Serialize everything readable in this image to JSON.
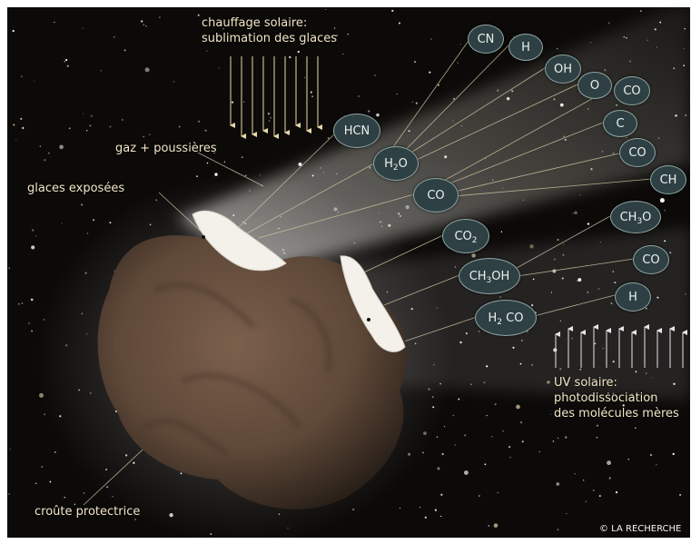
{
  "labels": {
    "heating": [
      "chauffage solaire:",
      "sublimation des glaces"
    ],
    "gas_dust": "gaz + poussières",
    "ices": "glaces exposées",
    "crust": "croûte protectrice",
    "uv": [
      "UV solaire:",
      "photodissociation",
      "des molécules mères"
    ],
    "copyright": "© LA RECHERCHE"
  },
  "molecules": {
    "parent": [
      {
        "id": "hcn",
        "parts": [
          {
            "t": "HCN"
          }
        ]
      },
      {
        "id": "h2o",
        "parts": [
          {
            "t": "H"
          },
          {
            "t": "2",
            "sub": true
          },
          {
            "t": "O"
          }
        ]
      },
      {
        "id": "co",
        "parts": [
          {
            "t": "CO"
          }
        ]
      },
      {
        "id": "co2",
        "parts": [
          {
            "t": "CO"
          },
          {
            "t": "2",
            "sub": true
          }
        ]
      },
      {
        "id": "ch3oh",
        "parts": [
          {
            "t": "CH"
          },
          {
            "t": "3",
            "sub": true
          },
          {
            "t": "OH"
          }
        ]
      },
      {
        "id": "h2co",
        "parts": [
          {
            "t": "H"
          },
          {
            "t": "2",
            "sub": true
          },
          {
            "t": " CO"
          }
        ]
      }
    ],
    "daughter": [
      {
        "id": "cn",
        "parts": [
          {
            "t": "CN"
          }
        ]
      },
      {
        "id": "h",
        "parts": [
          {
            "t": "H"
          }
        ]
      },
      {
        "id": "oh",
        "parts": [
          {
            "t": "OH"
          }
        ]
      },
      {
        "id": "o",
        "parts": [
          {
            "t": "O"
          }
        ]
      },
      {
        "id": "co-a",
        "parts": [
          {
            "t": "CO"
          }
        ]
      },
      {
        "id": "c",
        "parts": [
          {
            "t": "C"
          }
        ]
      },
      {
        "id": "co-b",
        "parts": [
          {
            "t": "CO"
          }
        ]
      },
      {
        "id": "ch",
        "parts": [
          {
            "t": "CH"
          }
        ]
      },
      {
        "id": "ch3o",
        "parts": [
          {
            "t": "CH"
          },
          {
            "t": "3",
            "sub": true
          },
          {
            "t": "O"
          }
        ]
      },
      {
        "id": "co-c",
        "parts": [
          {
            "t": "CO"
          }
        ]
      },
      {
        "id": "h-b",
        "parts": [
          {
            "t": "H"
          }
        ]
      }
    ]
  },
  "colors": {
    "space": "#0c0a08",
    "nucleus": "#6a5241",
    "ice": "#f3f1ea",
    "coma": "#cfd0c4",
    "bubble": "#2f4044",
    "label": "#f1e6c6"
  }
}
